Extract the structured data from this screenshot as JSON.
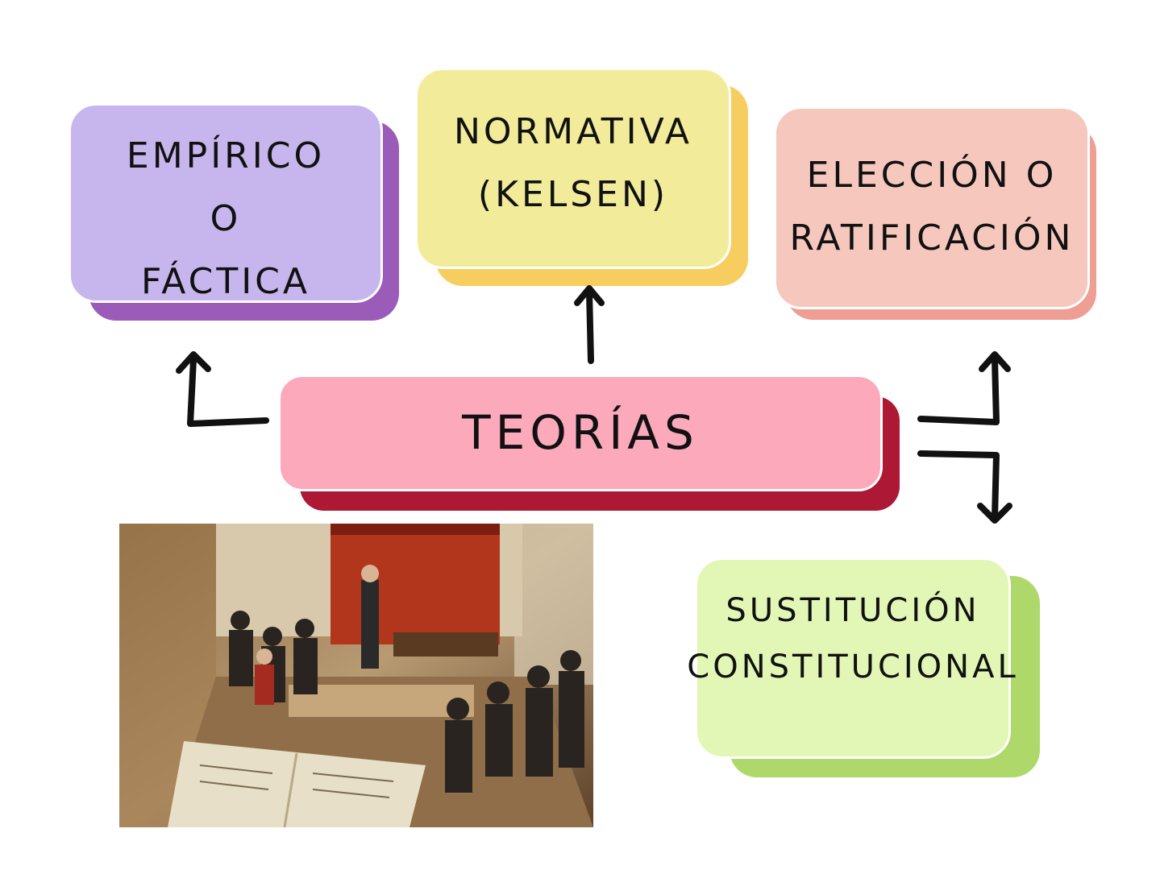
{
  "center": {
    "label": "TEORÍAS",
    "color": "#fca9bb",
    "shadow": "#ad1835"
  },
  "nodes": {
    "empirico": {
      "lines": [
        "EMPÍRICO",
        "O",
        "FÁCTICA"
      ],
      "color": "#c7b5ee",
      "shadow": "#9b5bb8"
    },
    "normativa": {
      "lines": [
        "NORMATIVA",
        "(KELSEN)"
      ],
      "color": "#f2ec9a",
      "shadow": "#f8cd5f"
    },
    "eleccion": {
      "lines": [
        "ELECCIÓN O",
        "RATIFICACIÓN"
      ],
      "color": "#f5c7bd",
      "shadow": "#ee9e92"
    },
    "sustitucion": {
      "lines": [
        "SUSTITUCIÓN",
        "CONSTITUCIONAL"
      ],
      "color": "#e2f7b5",
      "shadow": "#aed96a"
    }
  },
  "image": {
    "description": "painting-of-constitutional-assembly"
  }
}
